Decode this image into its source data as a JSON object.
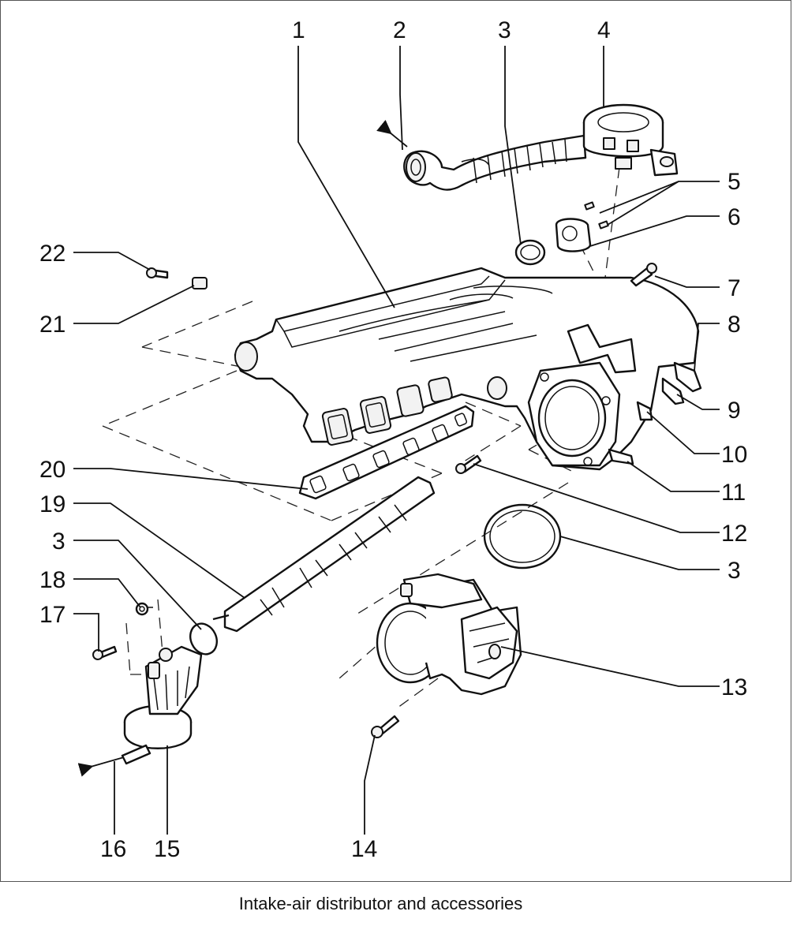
{
  "caption": "Intake-air distributor and accessories",
  "labels": {
    "l1": "1",
    "l2": "2",
    "l3a": "3",
    "l4": "4",
    "l5": "5",
    "l6": "6",
    "l7": "7",
    "l8": "8",
    "l9": "9",
    "l10": "10",
    "l11": "11",
    "l12": "12",
    "l3b": "3",
    "l13": "13",
    "l14": "14",
    "l15": "15",
    "l16": "16",
    "l17": "17",
    "l18": "18",
    "l3c": "3",
    "l19": "19",
    "l20": "20",
    "l21": "21",
    "l22": "22"
  }
}
